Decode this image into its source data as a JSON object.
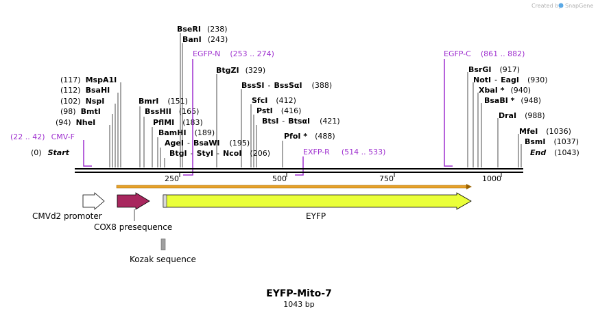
{
  "watermark": {
    "text": "Created by",
    "brand": "SnapGene"
  },
  "title": "EYFP-Mito-7",
  "subtitle": "1043 bp",
  "sequence_length": 1043,
  "axis_ticks": [
    "250",
    "500",
    "750",
    "1000"
  ],
  "enzymes": [
    {
      "id": "bseri",
      "name": "BseRI",
      "pos": "(238)",
      "bp": 238
    },
    {
      "id": "bani",
      "name": "BanI",
      "pos": "(243)",
      "bp": 243
    },
    {
      "id": "btgzi",
      "name": "BtgZI",
      "pos": "(329)",
      "bp": 329
    },
    {
      "id": "msepa1i",
      "name": "MspA1I",
      "pos": "(117)",
      "bp": 117
    },
    {
      "id": "bsahi",
      "name": "BsaHI",
      "pos": "(112)",
      "bp": 112
    },
    {
      "id": "nspi",
      "name": "NspI",
      "pos": "(102)",
      "bp": 102
    },
    {
      "id": "bmti",
      "name": "BmtI",
      "pos": "(98)",
      "bp": 98
    },
    {
      "id": "nhei",
      "name": "NheI",
      "pos": "(94)",
      "bp": 94
    },
    {
      "id": "bmri",
      "name": "BmrI",
      "pos": "(151)",
      "bp": 151
    },
    {
      "id": "bsshii",
      "name": "BssHII",
      "pos": "(165)",
      "bp": 165
    },
    {
      "id": "pflmi",
      "name": "PflMI",
      "pos": "(183)",
      "bp": 183
    },
    {
      "id": "bamhi",
      "name": "BamHI",
      "pos": "(189)",
      "bp": 189
    },
    {
      "id": "agei",
      "name": "AgeI",
      "name2": "BsaWI",
      "pos": "(195)",
      "bp": 195
    },
    {
      "id": "btgi",
      "name": "BtgI",
      "name2": "StyI",
      "name3": "NcoI",
      "pos": "(206)",
      "bp": 206
    },
    {
      "id": "bsssi",
      "name": "BssSI",
      "name2": "BssSαI",
      "pos": "(388)",
      "bp": 388
    },
    {
      "id": "sfci",
      "name": "SfcI",
      "pos": "(412)",
      "bp": 412
    },
    {
      "id": "psti",
      "name": "PstI",
      "pos": "(416)",
      "bp": 416
    },
    {
      "id": "btsi",
      "name": "BtsI",
      "name2": "BtsαI",
      "pos": "(421)",
      "bp": 421
    },
    {
      "id": "pfoi",
      "name": "PfoI *",
      "pos": "(488)",
      "bp": 488
    },
    {
      "id": "bsrgi",
      "name": "BsrGI",
      "pos": "(917)",
      "bp": 917
    },
    {
      "id": "noti",
      "name": "NotI",
      "name2": "EagI",
      "pos": "(930)",
      "bp": 930
    },
    {
      "id": "xbai",
      "name": "XbaI *",
      "pos": "(940)",
      "bp": 940
    },
    {
      "id": "bsabi",
      "name": "BsaBI *",
      "pos": "(948)",
      "bp": 948
    },
    {
      "id": "drai",
      "name": "DraI",
      "pos": "(988)",
      "bp": 988
    },
    {
      "id": "mfei",
      "name": "MfeI",
      "pos": "(1036)",
      "bp": 1036
    },
    {
      "id": "bsmi",
      "name": "BsmI",
      "pos": "(1037)",
      "bp": 1037
    }
  ],
  "ends": [
    {
      "id": "start",
      "name": "Start",
      "pos": "(0)"
    },
    {
      "id": "end",
      "name": "End",
      "pos": "(1043)"
    }
  ],
  "primers": [
    {
      "id": "cmvf",
      "name": "CMV-F",
      "range": "(22 .. 42)"
    },
    {
      "id": "egfpn",
      "name": "EGFP-N",
      "range": "(253 .. 274)"
    },
    {
      "id": "egfpc",
      "name": "EGFP-C",
      "range": "(861 .. 882)"
    },
    {
      "id": "exfpr",
      "name": "EXFP-R",
      "range": "(514 .. 533)"
    }
  ],
  "features": [
    {
      "id": "cmvd2",
      "label": "CMVd2 promoter",
      "color": "#ffffff"
    },
    {
      "id": "cox8",
      "label": "COX8 presequence",
      "color": "#a8275e"
    },
    {
      "id": "eyfp",
      "label": "EYFP",
      "color": "#eaff3a"
    },
    {
      "id": "kozak",
      "label": "Kozak sequence",
      "color": "#a0a0a0"
    }
  ],
  "orf_color": "#e8a22a",
  "primer_color": "#9e2fcf"
}
